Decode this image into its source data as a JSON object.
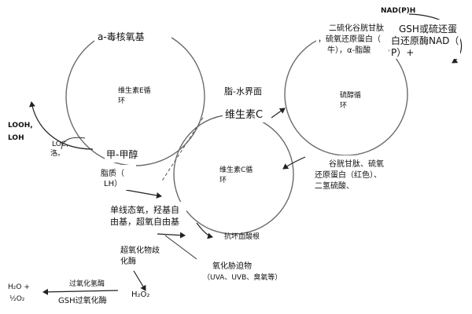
{
  "cycles": {
    "vitamin_e": {
      "line1": "维生素E循",
      "line2": "环"
    },
    "vitamin_c": {
      "line1": "维生素C循",
      "line2": "环"
    },
    "thiol": {
      "line1": "硫醇循",
      "line2": "环"
    }
  },
  "labels": {
    "alpha_tocopherol": "a-毒核氧基",
    "lipid_water_interface": "脂-水界面",
    "vitamin_c": "维生素C",
    "looh_1": "LOOH,",
    "looh_2": "LOH",
    "loc_1": "LOC,",
    "loc_2": "洛。",
    "methanol": "甲-甲醇",
    "lipid_1": "脂质（",
    "lipid_2": "LH）",
    "radicals_1": "单线态氧，羟基自",
    "radicals_2": "由基，超氧自由基",
    "ascorbyl": "抗坏血酸根",
    "sod_1": "超氧化物歧",
    "sod_2": "化酶",
    "oxidative_1": "氧化胁迫物",
    "oxidative_2": "（UVA、UVB、臭氧等）",
    "h2o2": "H₂O₂",
    "water_1": "H₂O +",
    "water_2": "½O₂",
    "catalase": "过氧化氢酶",
    "gsh_peroxidase": "GSH过氧化酶",
    "disulfide_1": "二硫化谷胱甘肽",
    "disulfide_2": "，硫氧还原蛋白（",
    "disulfide_3": "牛），α-脂酸",
    "gsh_1": "谷胱甘肽、硫氧",
    "gsh_2": "还原蛋白（红色）、",
    "gsh_3": "二氢硫酸、",
    "nadph": "NAD(P)H",
    "reductase_1": "GSH或硫还蛋",
    "reductase_2": "白还原酶NAD（",
    "reductase_3": "P）+"
  }
}
